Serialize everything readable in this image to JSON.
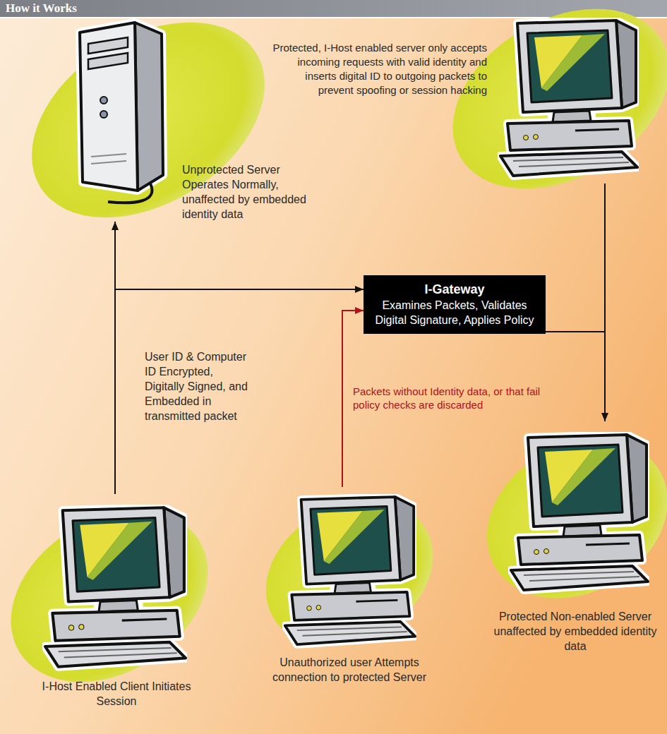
{
  "diagram": {
    "title": "How it Works",
    "nodes": [
      {
        "text": [
          "Protected, I-Host enabled server only accepts incoming requests with valid identity and inserts digital ID to outgoing packets to prevent spoofing or session hacking"
        ]
      },
      {
        "text": [
          "Unprotected Server Operates Normally, unaffected by embedded identity data"
        ]
      },
      {
        "text": [
          "I-Gateway",
          "Examines Packets, Validates Digital Signature, Applies Policy"
        ]
      },
      {
        "text": [
          "I-Host Enabled Client Initiates Session"
        ]
      },
      {
        "text": [
          "Unauthorized user Attempts connection to protected Server"
        ]
      },
      {
        "text": [
          "Protected Non-enabled Server unaffected by embedded identity data"
        ]
      }
    ],
    "edges": [
      {
        "from": 3,
        "to": 1,
        "arrow": "to"
      },
      {
        "from": 3,
        "to": 2,
        "arrow": "to",
        "label": "User ID & Computer ID Encrypted, Digitally Signed, and Embedded in transmitted packet"
      },
      {
        "from": 4,
        "to": 2,
        "arrow": "to",
        "label": "Packets without Identity data, or that fail policy checks are discarded"
      },
      {
        "from": 2,
        "to": 5,
        "arrow": "to"
      },
      {
        "from": 2,
        "to": 0,
        "arrow": "none"
      }
    ]
  }
}
